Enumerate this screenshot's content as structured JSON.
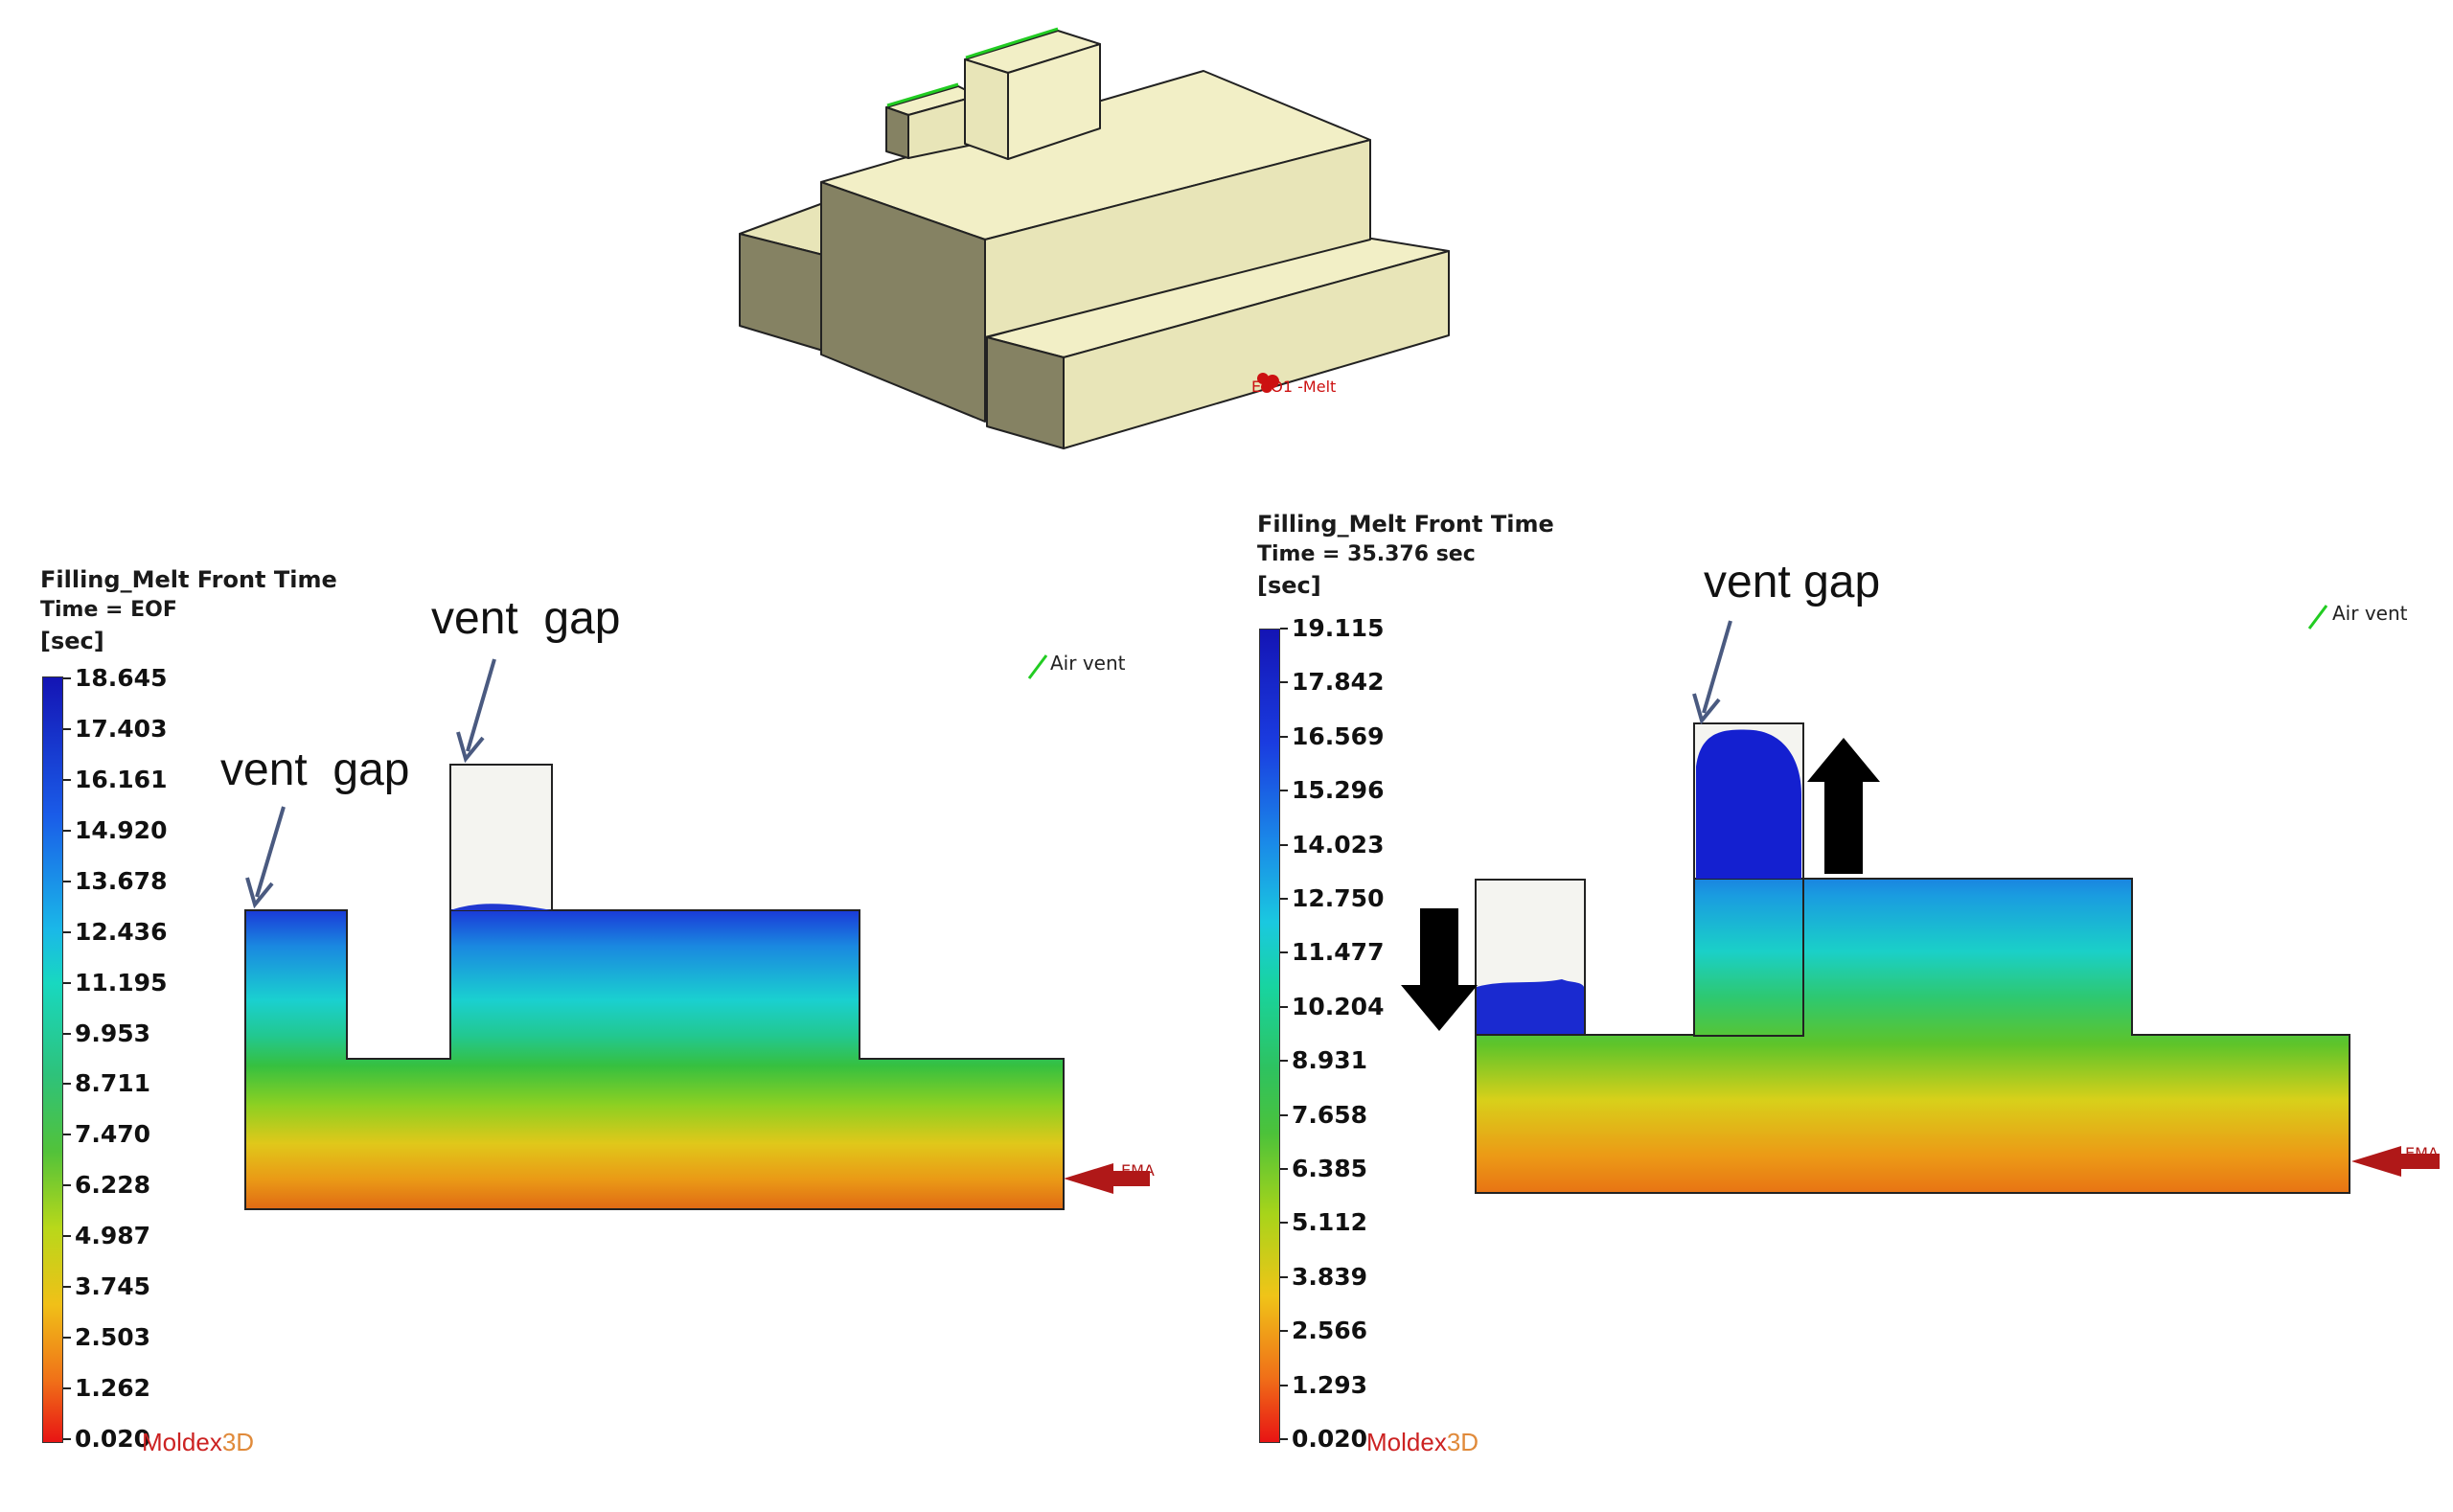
{
  "model_label": "E0O1 -Melt",
  "left_panel": {
    "legend_title": "Filling_Melt Front Time",
    "legend_time": "Time = EOF",
    "legend_unit": "[sec]",
    "ticks": [
      "18.645",
      "17.403",
      "16.161",
      "14.920",
      "13.678",
      "12.436",
      "11.195",
      "9.953",
      "8.711",
      "7.470",
      "6.228",
      "4.987",
      "3.745",
      "2.503",
      "1.262",
      "0.020"
    ],
    "brand_main": "Moldex",
    "brand_suffix": "3D",
    "air_vent_label": "Air vent",
    "vent_label_1": "vent  gap",
    "vent_label_2": "vent  gap",
    "inlet_label": "EMA"
  },
  "right_panel": {
    "legend_title": "Filling_Melt Front Time",
    "legend_time": "Time = 35.376 sec",
    "legend_unit": "[sec]",
    "ticks": [
      "19.115",
      "17.842",
      "16.569",
      "15.296",
      "14.023",
      "12.750",
      "11.477",
      "10.204",
      "8.931",
      "7.658",
      "6.385",
      "5.112",
      "3.839",
      "2.566",
      "1.293",
      "0.020"
    ],
    "brand_main": "Moldex",
    "brand_suffix": "3D",
    "air_vent_label": "Air vent",
    "vent_label": "vent gap",
    "inlet_label": "EMA"
  },
  "colors": {
    "part_face_top": "#f2efc6",
    "part_face_side": "#e8e5b8",
    "part_face_dark": "#858263",
    "air_vent_green": "#22cc22",
    "arrow_red": "#b01818"
  }
}
